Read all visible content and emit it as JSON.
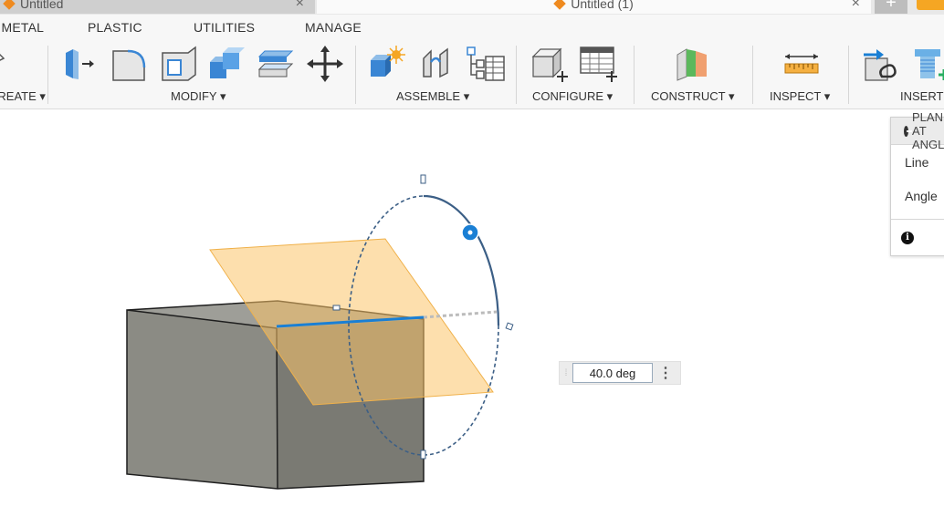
{
  "doc_tabs": [
    {
      "title": "Untitled",
      "active": false
    },
    {
      "title": "Untitled (1)",
      "active": true
    }
  ],
  "workspace_tabs": [
    "SHEET METAL",
    "PLASTIC",
    "UTILITIES",
    "MANAGE"
  ],
  "groups": {
    "create": "CREATE",
    "modify": "MODIFY",
    "assemble": "ASSEMBLE",
    "configure": "CONFIGURE",
    "construct": "CONSTRUCT",
    "inspect": "INSPECT",
    "insert": "INSERT"
  },
  "dropdown_arrow": "▾",
  "angle": {
    "value": "40.0 deg"
  },
  "panel": {
    "title": "PLANE AT ANGLE",
    "rows": [
      "Line",
      "Angle"
    ]
  },
  "icons": {
    "close": "×",
    "plus": "+",
    "more": "⋮",
    "info": "i"
  },
  "colors": {
    "accent_orange": "#f5a623",
    "plane_fill": "#fcd289",
    "selection_blue": "#1a7fd4",
    "body_gray": "#8b8b84"
  }
}
